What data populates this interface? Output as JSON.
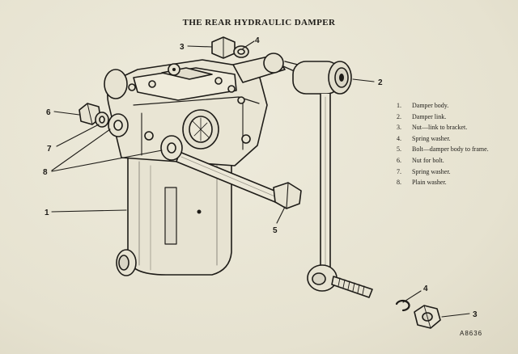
{
  "title": "THE REAR HYDRAULIC DAMPER",
  "legend": [
    {
      "num": "1.",
      "text": "Damper body."
    },
    {
      "num": "2.",
      "text": "Damper link."
    },
    {
      "num": "3.",
      "text": "Nut—link to bracket."
    },
    {
      "num": "4.",
      "text": "Spring washer."
    },
    {
      "num": "5.",
      "text": "Bolt—damper body to frame."
    },
    {
      "num": "6.",
      "text": "Nut for bolt."
    },
    {
      "num": "7.",
      "text": "Spring washer."
    },
    {
      "num": "8.",
      "text": "Plain washer."
    }
  ],
  "callouts": {
    "c1": "1",
    "c2": "2",
    "c3_top": "3",
    "c3_bottom": "3",
    "c4_top": "4",
    "c4_bottom": "4",
    "c5": "5",
    "c6": "6",
    "c7": "7",
    "c8": "8"
  },
  "reference_code": "A8636",
  "colors": {
    "paper": "#e9e6d6",
    "ink": "#1e1c18",
    "shade": "#9a968a"
  }
}
